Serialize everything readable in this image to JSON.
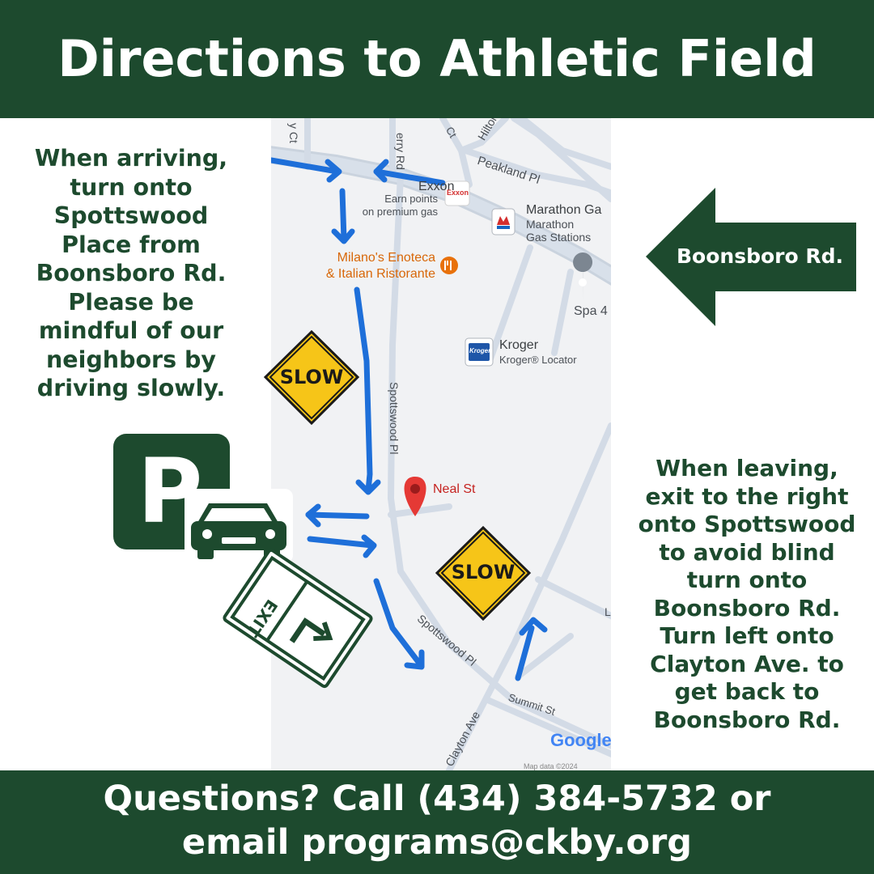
{
  "title": "Directions to Athletic Field",
  "left_instructions": [
    "When arriving,",
    "turn onto",
    "Spottswood",
    "Place from",
    "Boonsboro Rd.",
    "Please be",
    "mindful of our",
    "neighbors by",
    "driving slowly."
  ],
  "right_instructions": [
    "When leaving,",
    "exit to the right",
    "onto Spottswood",
    "to avoid blind",
    "turn onto",
    "Boonsboro Rd.",
    "Turn left onto",
    "Clayton Ave. to",
    "get back to",
    "Boonsboro Rd."
  ],
  "boonsboro_arrow_label": "Boonsboro Rd.",
  "slow_sign_1": "SLOW",
  "slow_sign_2": "SLOW",
  "parking_letter": "P",
  "exit_sign_label": "EXIT",
  "footer": {
    "line1": "Questions? Call (434) 384-5732 or",
    "line2": "email programs@ckby.org"
  },
  "map": {
    "streets": {
      "y_ct": "y Ct",
      "erry_rd": "erry Rd",
      "ct": "Ct",
      "hilton": "Hilton",
      "peakland_pl": "Peakland Pl",
      "spottswood_pl_upper": "Spottswood Pl",
      "spottswood_pl_lower": "Spottswood Pl",
      "summit_st": "Summit St",
      "clayton_ave": "Clayton Ave",
      "l": "L"
    },
    "pois": {
      "exxon_name": "Exxon",
      "exxon_sub1": "Earn points",
      "exxon_sub2": "on premium gas",
      "exxon_logo": "Exxon",
      "marathon_name": "Marathon Ga",
      "marathon_sub1": "Marathon",
      "marathon_sub2": "Gas Stations",
      "milano_line1": "Milano's Enoteca",
      "milano_line2": "& Italian Ristorante",
      "spa": "Spa 4",
      "kroger_name": "Kroger",
      "kroger_sub": "Kroger® Locator",
      "kroger_logo": "Kroger",
      "marathon_logo": "M",
      "neal_st": "Neal St",
      "google": "Google",
      "map_data": "Map data ©2024"
    },
    "colors": {
      "pin": "#e53935",
      "route": "#1e6fd9",
      "road": "#c9d3df",
      "food": "#e8710a"
    }
  },
  "colors": {
    "brand_green": "#1d4a2e",
    "slow_yellow": "#f6c518",
    "white": "#ffffff"
  }
}
